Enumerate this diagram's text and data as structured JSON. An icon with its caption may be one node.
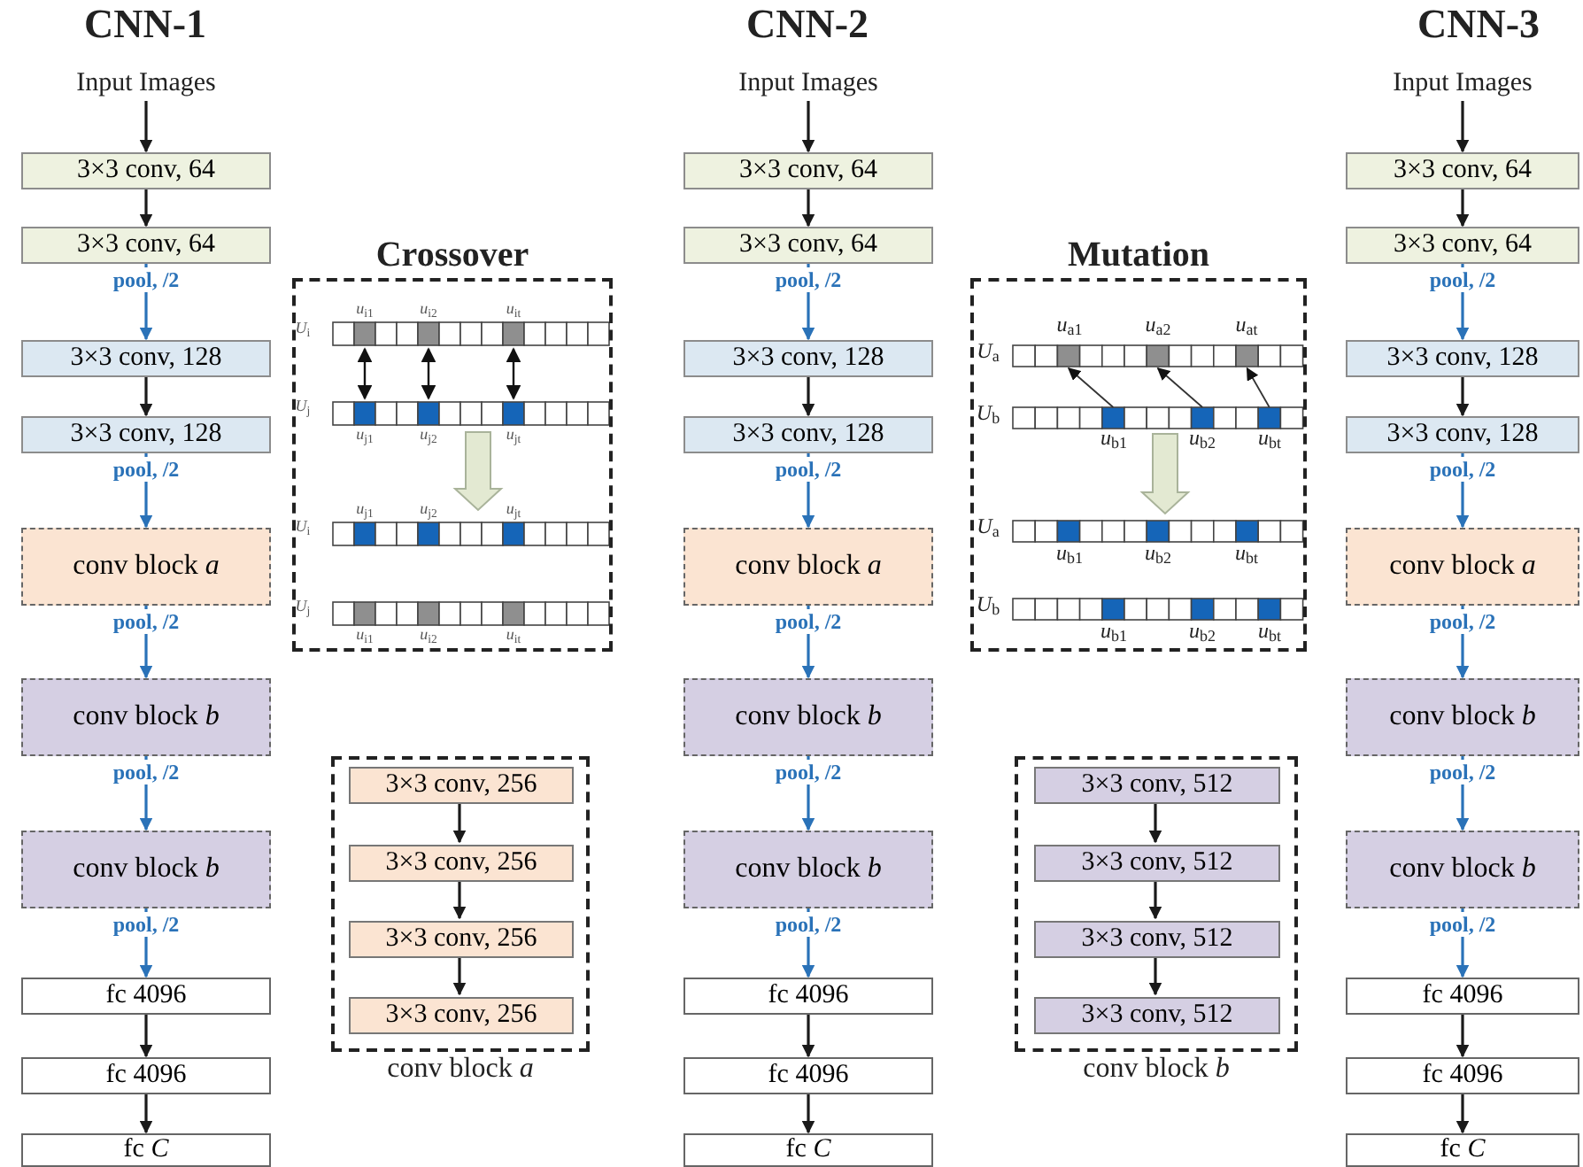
{
  "diagram": {
    "nodes": [
      {
        "text": [
          "Input Images"
        ]
      },
      {
        "text": [
          "3×3 conv, 64"
        ]
      },
      {
        "text": [
          "3×3 conv, 64"
        ]
      },
      {
        "text": [
          "3×3 conv, 128"
        ]
      },
      {
        "text": [
          "3×3 conv, 128"
        ]
      },
      {
        "text": [
          "conv block *a*"
        ]
      },
      {
        "text": [
          "conv block *b*"
        ]
      },
      {
        "text": [
          "conv block *b*"
        ]
      },
      {
        "text": [
          "fc 4096"
        ]
      },
      {
        "text": [
          "fc 4096"
        ]
      },
      {
        "text": [
          "fc *C*"
        ]
      },
      {
        "text": [
          "Input Images"
        ]
      },
      {
        "text": [
          "3×3 conv, 64"
        ]
      },
      {
        "text": [
          "3×3 conv, 64"
        ]
      },
      {
        "text": [
          "3×3 conv, 128"
        ]
      },
      {
        "text": [
          "3×3 conv, 128"
        ]
      },
      {
        "text": [
          "conv block *a*"
        ]
      },
      {
        "text": [
          "conv block *b*"
        ]
      },
      {
        "text": [
          "conv block *b*"
        ]
      },
      {
        "text": [
          "fc 4096"
        ]
      },
      {
        "text": [
          "fc 4096"
        ]
      },
      {
        "text": [
          "fc *C*"
        ]
      },
      {
        "text": [
          "Input Images"
        ]
      },
      {
        "text": [
          "3×3 conv, 64"
        ]
      },
      {
        "text": [
          "3×3 conv, 64"
        ]
      },
      {
        "text": [
          "3×3 conv, 128"
        ]
      },
      {
        "text": [
          "3×3 conv, 128"
        ]
      },
      {
        "text": [
          "conv block *a*"
        ]
      },
      {
        "text": [
          "conv block *b*"
        ]
      },
      {
        "text": [
          "conv block *b*"
        ]
      },
      {
        "text": [
          "fc 4096"
        ]
      },
      {
        "text": [
          "fc 4096"
        ]
      },
      {
        "text": [
          "fc *C*"
        ]
      },
      {
        "text": [
          "Crossover"
        ]
      },
      {
        "text": [
          "conv block *a*"
        ]
      },
      {
        "text": [
          "3×3 conv, 256"
        ],
        "in": 34
      },
      {
        "text": [
          "3×3 conv, 256"
        ],
        "in": 34
      },
      {
        "text": [
          "3×3 conv, 256"
        ],
        "in": 34
      },
      {
        "text": [
          "3×3 conv, 256"
        ],
        "in": 34
      },
      {
        "text": [
          "Mutation"
        ]
      },
      {
        "text": [
          "conv block *b*"
        ]
      },
      {
        "text": [
          "3×3 conv, 512"
        ],
        "in": 40
      },
      {
        "text": [
          "3×3 conv, 512"
        ],
        "in": 40
      },
      {
        "text": [
          "3×3 conv, 512"
        ],
        "in": 40
      },
      {
        "text": [
          "3×3 conv, 512"
        ],
        "in": 40
      }
    ],
    "edges": [
      {
        "from": 0,
        "to": 1,
        "arrow": "to"
      },
      {
        "from": 1,
        "to": 2,
        "arrow": "to"
      },
      {
        "from": 2,
        "to": 3,
        "arrow": "to",
        "label": "pool, /2",
        "color": "#2a72b8"
      },
      {
        "from": 3,
        "to": 4,
        "arrow": "to"
      },
      {
        "from": 4,
        "to": 5,
        "arrow": "to",
        "label": "pool, /2",
        "color": "#2a72b8"
      },
      {
        "from": 5,
        "to": 6,
        "arrow": "to",
        "label": "pool, /2",
        "color": "#2a72b8"
      },
      {
        "from": 6,
        "to": 7,
        "arrow": "to",
        "label": "pool, /2",
        "color": "#2a72b8"
      },
      {
        "from": 7,
        "to": 8,
        "arrow": "to",
        "label": "pool, /2",
        "color": "#2a72b8"
      },
      {
        "from": 8,
        "to": 9,
        "arrow": "to"
      },
      {
        "from": 9,
        "to": 10,
        "arrow": "to"
      },
      {
        "from": 11,
        "to": 12,
        "arrow": "to"
      },
      {
        "from": 12,
        "to": 13,
        "arrow": "to"
      },
      {
        "from": 13,
        "to": 14,
        "arrow": "to",
        "label": "pool, /2",
        "color": "#2a72b8"
      },
      {
        "from": 14,
        "to": 15,
        "arrow": "to"
      },
      {
        "from": 15,
        "to": 16,
        "arrow": "to",
        "label": "pool, /2",
        "color": "#2a72b8"
      },
      {
        "from": 16,
        "to": 17,
        "arrow": "to",
        "label": "pool, /2",
        "color": "#2a72b8"
      },
      {
        "from": 17,
        "to": 18,
        "arrow": "to",
        "label": "pool, /2",
        "color": "#2a72b8"
      },
      {
        "from": 18,
        "to": 19,
        "arrow": "to",
        "label": "pool, /2",
        "color": "#2a72b8"
      },
      {
        "from": 19,
        "to": 20,
        "arrow": "to"
      },
      {
        "from": 20,
        "to": 21,
        "arrow": "to"
      },
      {
        "from": 22,
        "to": 23,
        "arrow": "to"
      },
      {
        "from": 23,
        "to": 24,
        "arrow": "to"
      },
      {
        "from": 24,
        "to": 25,
        "arrow": "to",
        "label": "pool, /2",
        "color": "#2a72b8"
      },
      {
        "from": 25,
        "to": 26,
        "arrow": "to"
      },
      {
        "from": 26,
        "to": 27,
        "arrow": "to",
        "label": "pool, /2",
        "color": "#2a72b8"
      },
      {
        "from": 27,
        "to": 28,
        "arrow": "to",
        "label": "pool, /2",
        "color": "#2a72b8"
      },
      {
        "from": 28,
        "to": 29,
        "arrow": "to",
        "label": "pool, /2",
        "color": "#2a72b8"
      },
      {
        "from": 29,
        "to": 30,
        "arrow": "to",
        "label": "pool, /2",
        "color": "#2a72b8"
      },
      {
        "from": 30,
        "to": 31,
        "arrow": "to"
      },
      {
        "from": 31,
        "to": 32,
        "arrow": "to"
      },
      {
        "from": 35,
        "to": 36,
        "arrow": "to"
      },
      {
        "from": 36,
        "to": 37,
        "arrow": "to"
      },
      {
        "from": 37,
        "to": 38,
        "arrow": "to"
      },
      {
        "from": 41,
        "to": 42,
        "arrow": "to"
      },
      {
        "from": 42,
        "to": 43,
        "arrow": "to"
      },
      {
        "from": 43,
        "to": 44,
        "arrow": "to"
      }
    ],
    "labels": [
      "CNN-1",
      "CNN-2",
      "CNN-3",
      "*u*$_{i1}$",
      "*u*$_{i2}$",
      "*u*$_{it}$",
      "*U*$_{i}$",
      "*U*$_{j}$",
      "*u*$_{j1}$",
      "*u*$_{j2}$",
      "*u*$_{jt}$",
      "*u*$_{j1}$",
      "*u*$_{j2}$",
      "*u*$_{jt}$",
      "*U*$_{i}$",
      "*U*$_{j}$",
      "*u*$_{i1}$",
      "*u*$_{i2}$",
      "*u*$_{it}$",
      "*u*$_{a1}$",
      "*u*$_{a2}$",
      "*u*$_{at}$",
      "*U*$_{a}$",
      "*U*$_{b}$",
      "*u*$_{b1}$",
      "*u*$_{b2}$",
      "*u*$_{bt}$",
      "*U*$_{a}$",
      "*u*$_{b1}$",
      "*u*$_{b2}$",
      "*u*$_{bt}$",
      "*U*$_{b}$",
      "*u*$_{b1}$",
      "*u*$_{b2}$",
      "*u*$_{bt}$"
    ]
  }
}
